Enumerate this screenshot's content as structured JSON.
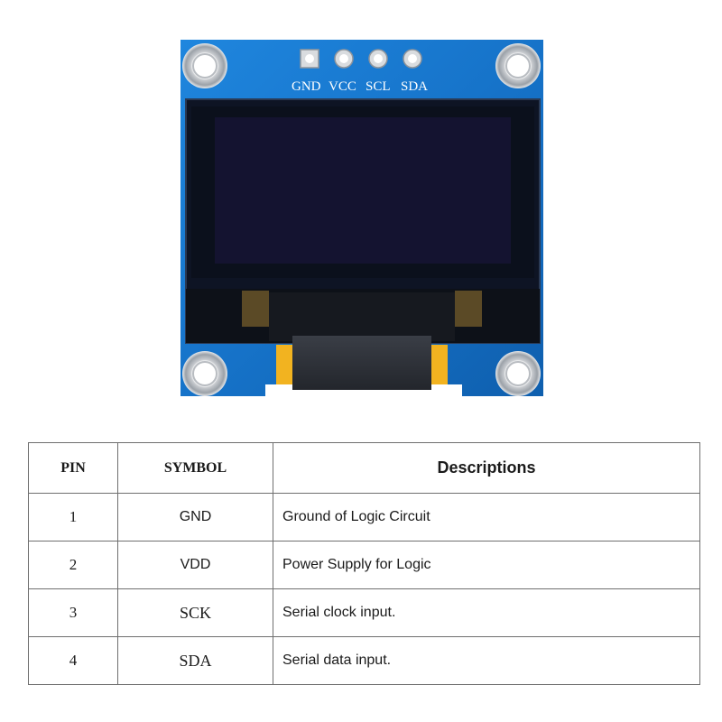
{
  "module": {
    "pin_labels": [
      "GND",
      "VCC",
      "SCL",
      "SDA"
    ],
    "colors": {
      "pcb": "#1673c9",
      "panel_glass": "#0e1424",
      "screen": "#141330",
      "flex_cable": "#f2b320"
    }
  },
  "table": {
    "headers": {
      "pin": "PIN",
      "symbol": "SYMBOL",
      "description": "Descriptions"
    },
    "rows": [
      {
        "pin": "1",
        "symbol": "GND",
        "description": "Ground of Logic Circuit"
      },
      {
        "pin": "2",
        "symbol": "VDD",
        "description": "Power Supply for Logic"
      },
      {
        "pin": "3",
        "symbol": "SCK",
        "description": "Serial clock input."
      },
      {
        "pin": "4",
        "symbol": "SDA",
        "description": "Serial data input."
      }
    ]
  }
}
